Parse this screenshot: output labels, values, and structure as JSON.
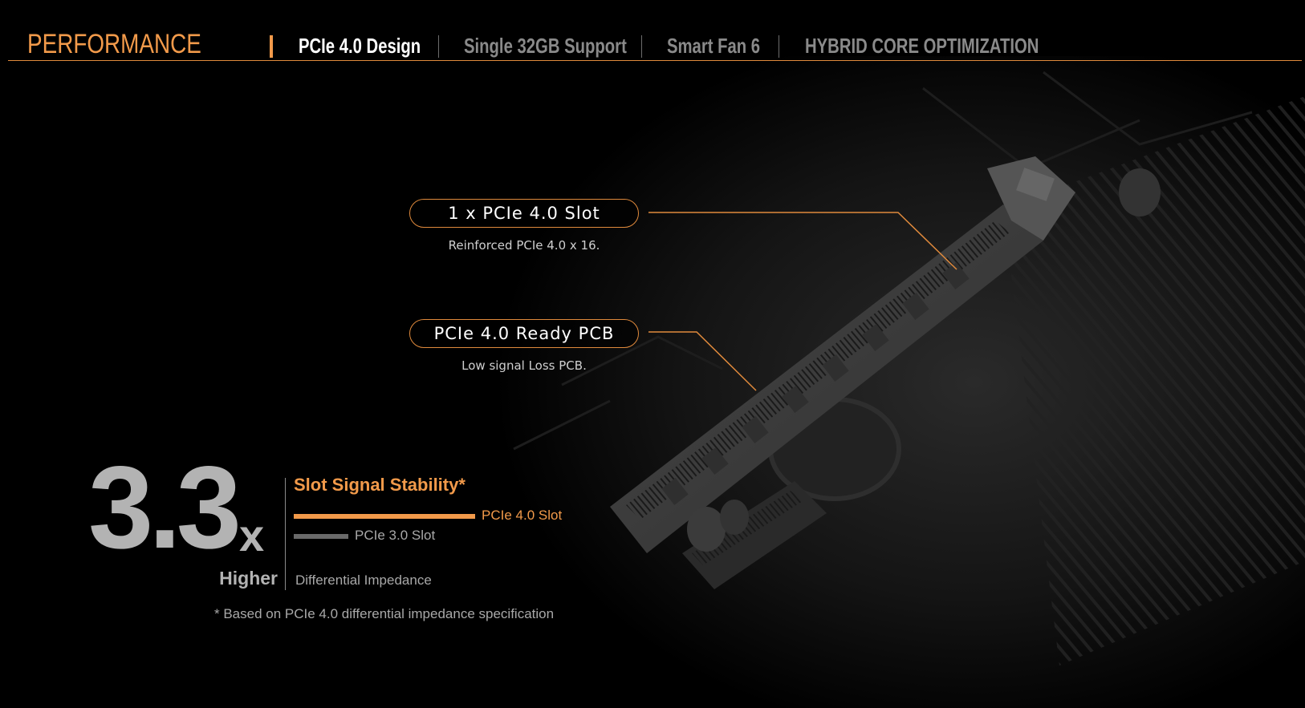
{
  "nav": {
    "section_title": "PERFORMANCE",
    "tabs": [
      {
        "label": "PCIe 4.0 Design",
        "active": true
      },
      {
        "label": "Single 32GB Support",
        "active": false
      },
      {
        "label": "Smart Fan 6",
        "active": false
      },
      {
        "label": "HYBRID CORE OPTIMIZATION",
        "active": false
      }
    ]
  },
  "callouts": [
    {
      "title": "1 x PCIe 4.0 Slot",
      "subtitle": "Reinforced PCIe 4.0 x 16."
    },
    {
      "title": "PCIe 4.0 Ready PCB",
      "subtitle": "Low signal Loss PCB."
    }
  ],
  "stat": {
    "value": "3.3",
    "suffix": "x",
    "caption": "Higher",
    "title": "Slot Signal Stability*",
    "subtitle": "Differential Impedance",
    "footnote": "* Based on PCIe 4.0 differential impedance specification",
    "bars": [
      {
        "label": "PCIe 4.0 Slot",
        "relative": 3.3,
        "color": "#f29a4a",
        "label_color": "#f29a4a"
      },
      {
        "label": "PCIe 3.0 Slot",
        "relative": 1.0,
        "color": "#6a6a6a",
        "label_color": "#a8a8a8"
      }
    ]
  },
  "colors": {
    "accent": "#f29a4a",
    "background": "#000000",
    "inactive_tab": "#8a8a8a"
  }
}
